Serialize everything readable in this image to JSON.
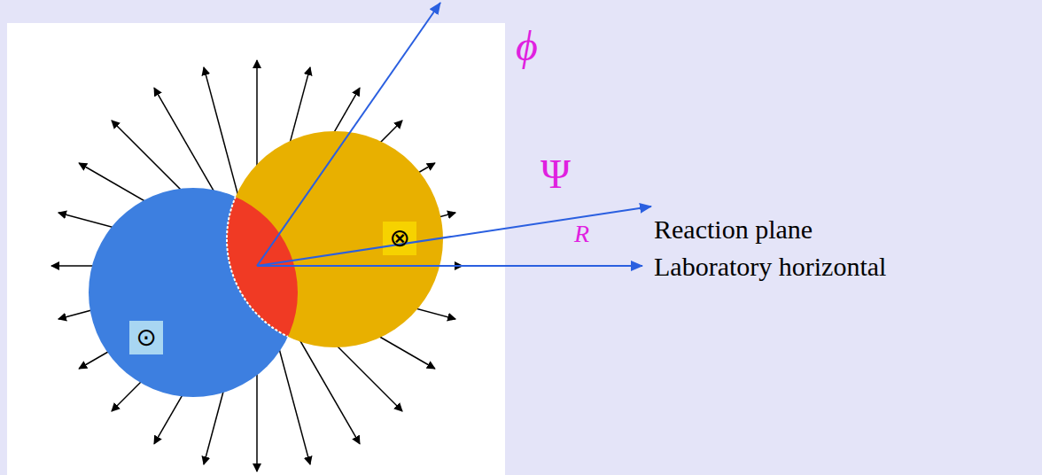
{
  "diagram": {
    "labels": [
      "ϕ",
      "Reaction plane",
      "Ψ",
      "R",
      "Laboratory horizontal",
      "⊗",
      "⊙"
    ]
  }
}
